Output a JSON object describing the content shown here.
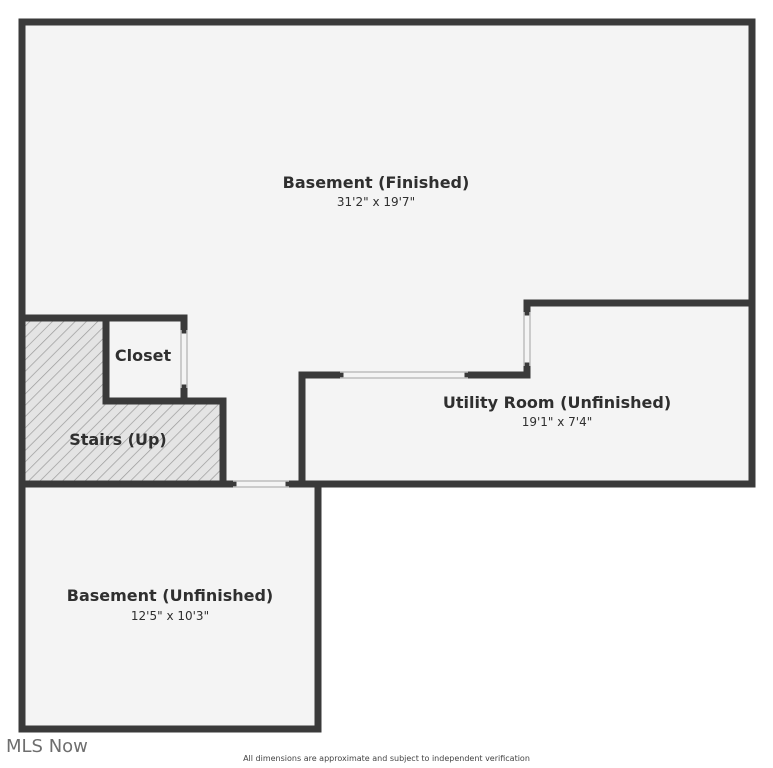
{
  "rooms": {
    "basement_finished": {
      "name": "Basement (Finished)",
      "dims": "31'2\" x 19'7\""
    },
    "closet": {
      "name": "Closet"
    },
    "stairs": {
      "name": "Stairs (Up)"
    },
    "utility_room": {
      "name": "Utility Room (Unfinished)",
      "dims": "19'1\" x 7'4\""
    },
    "basement_unfinished": {
      "name": "Basement (Unfinished)",
      "dims": "12'5\" x 10'3\""
    }
  },
  "watermark": "MLS Now",
  "disclaimer": "All dimensions are approximate and subject to independent verification",
  "colors": {
    "wall": "#3a3a3a",
    "floor": "#f4f4f4",
    "hatch": "#9a9a9a"
  }
}
